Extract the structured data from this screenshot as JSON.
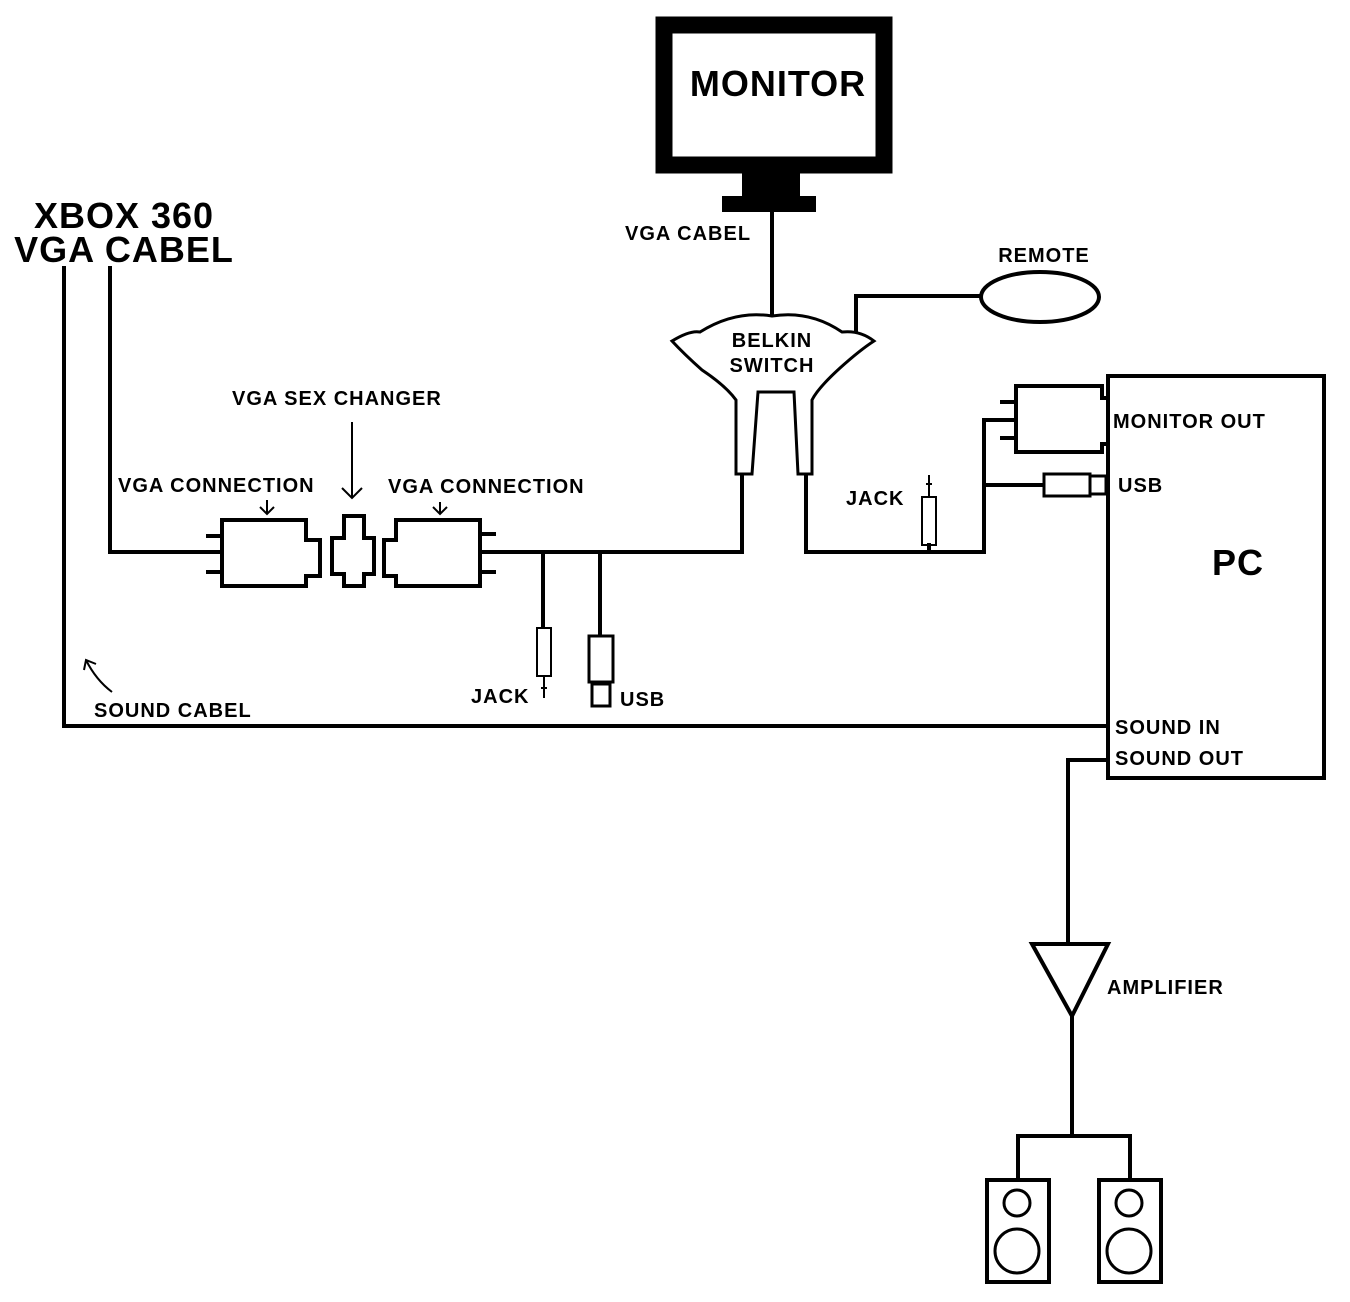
{
  "labels": {
    "monitor": "MONITOR",
    "vga_cabel_monitor": "VGA CABEL",
    "xbox_title_line1": "XBOX 360",
    "xbox_title_line2": "VGA CABEL",
    "remote": "REMOTE",
    "belkin_line1": "BELKIN",
    "belkin_line2": "SWITCH",
    "vga_sex_changer": "VGA SEX CHANGER",
    "vga_connection_left": "VGA CONNECTION",
    "vga_connection_right": "VGA CONNECTION",
    "monitor_out": "MONITOR OUT",
    "usb_pc": "USB",
    "jack_right": "JACK",
    "pc": "PC",
    "jack_left": "JACK",
    "usb_left": "USB",
    "sound_cabel": "SOUND CABEL",
    "sound_in": "SOUND IN",
    "sound_out": "SOUND OUT",
    "amplifier": "AMPLIFIER"
  }
}
